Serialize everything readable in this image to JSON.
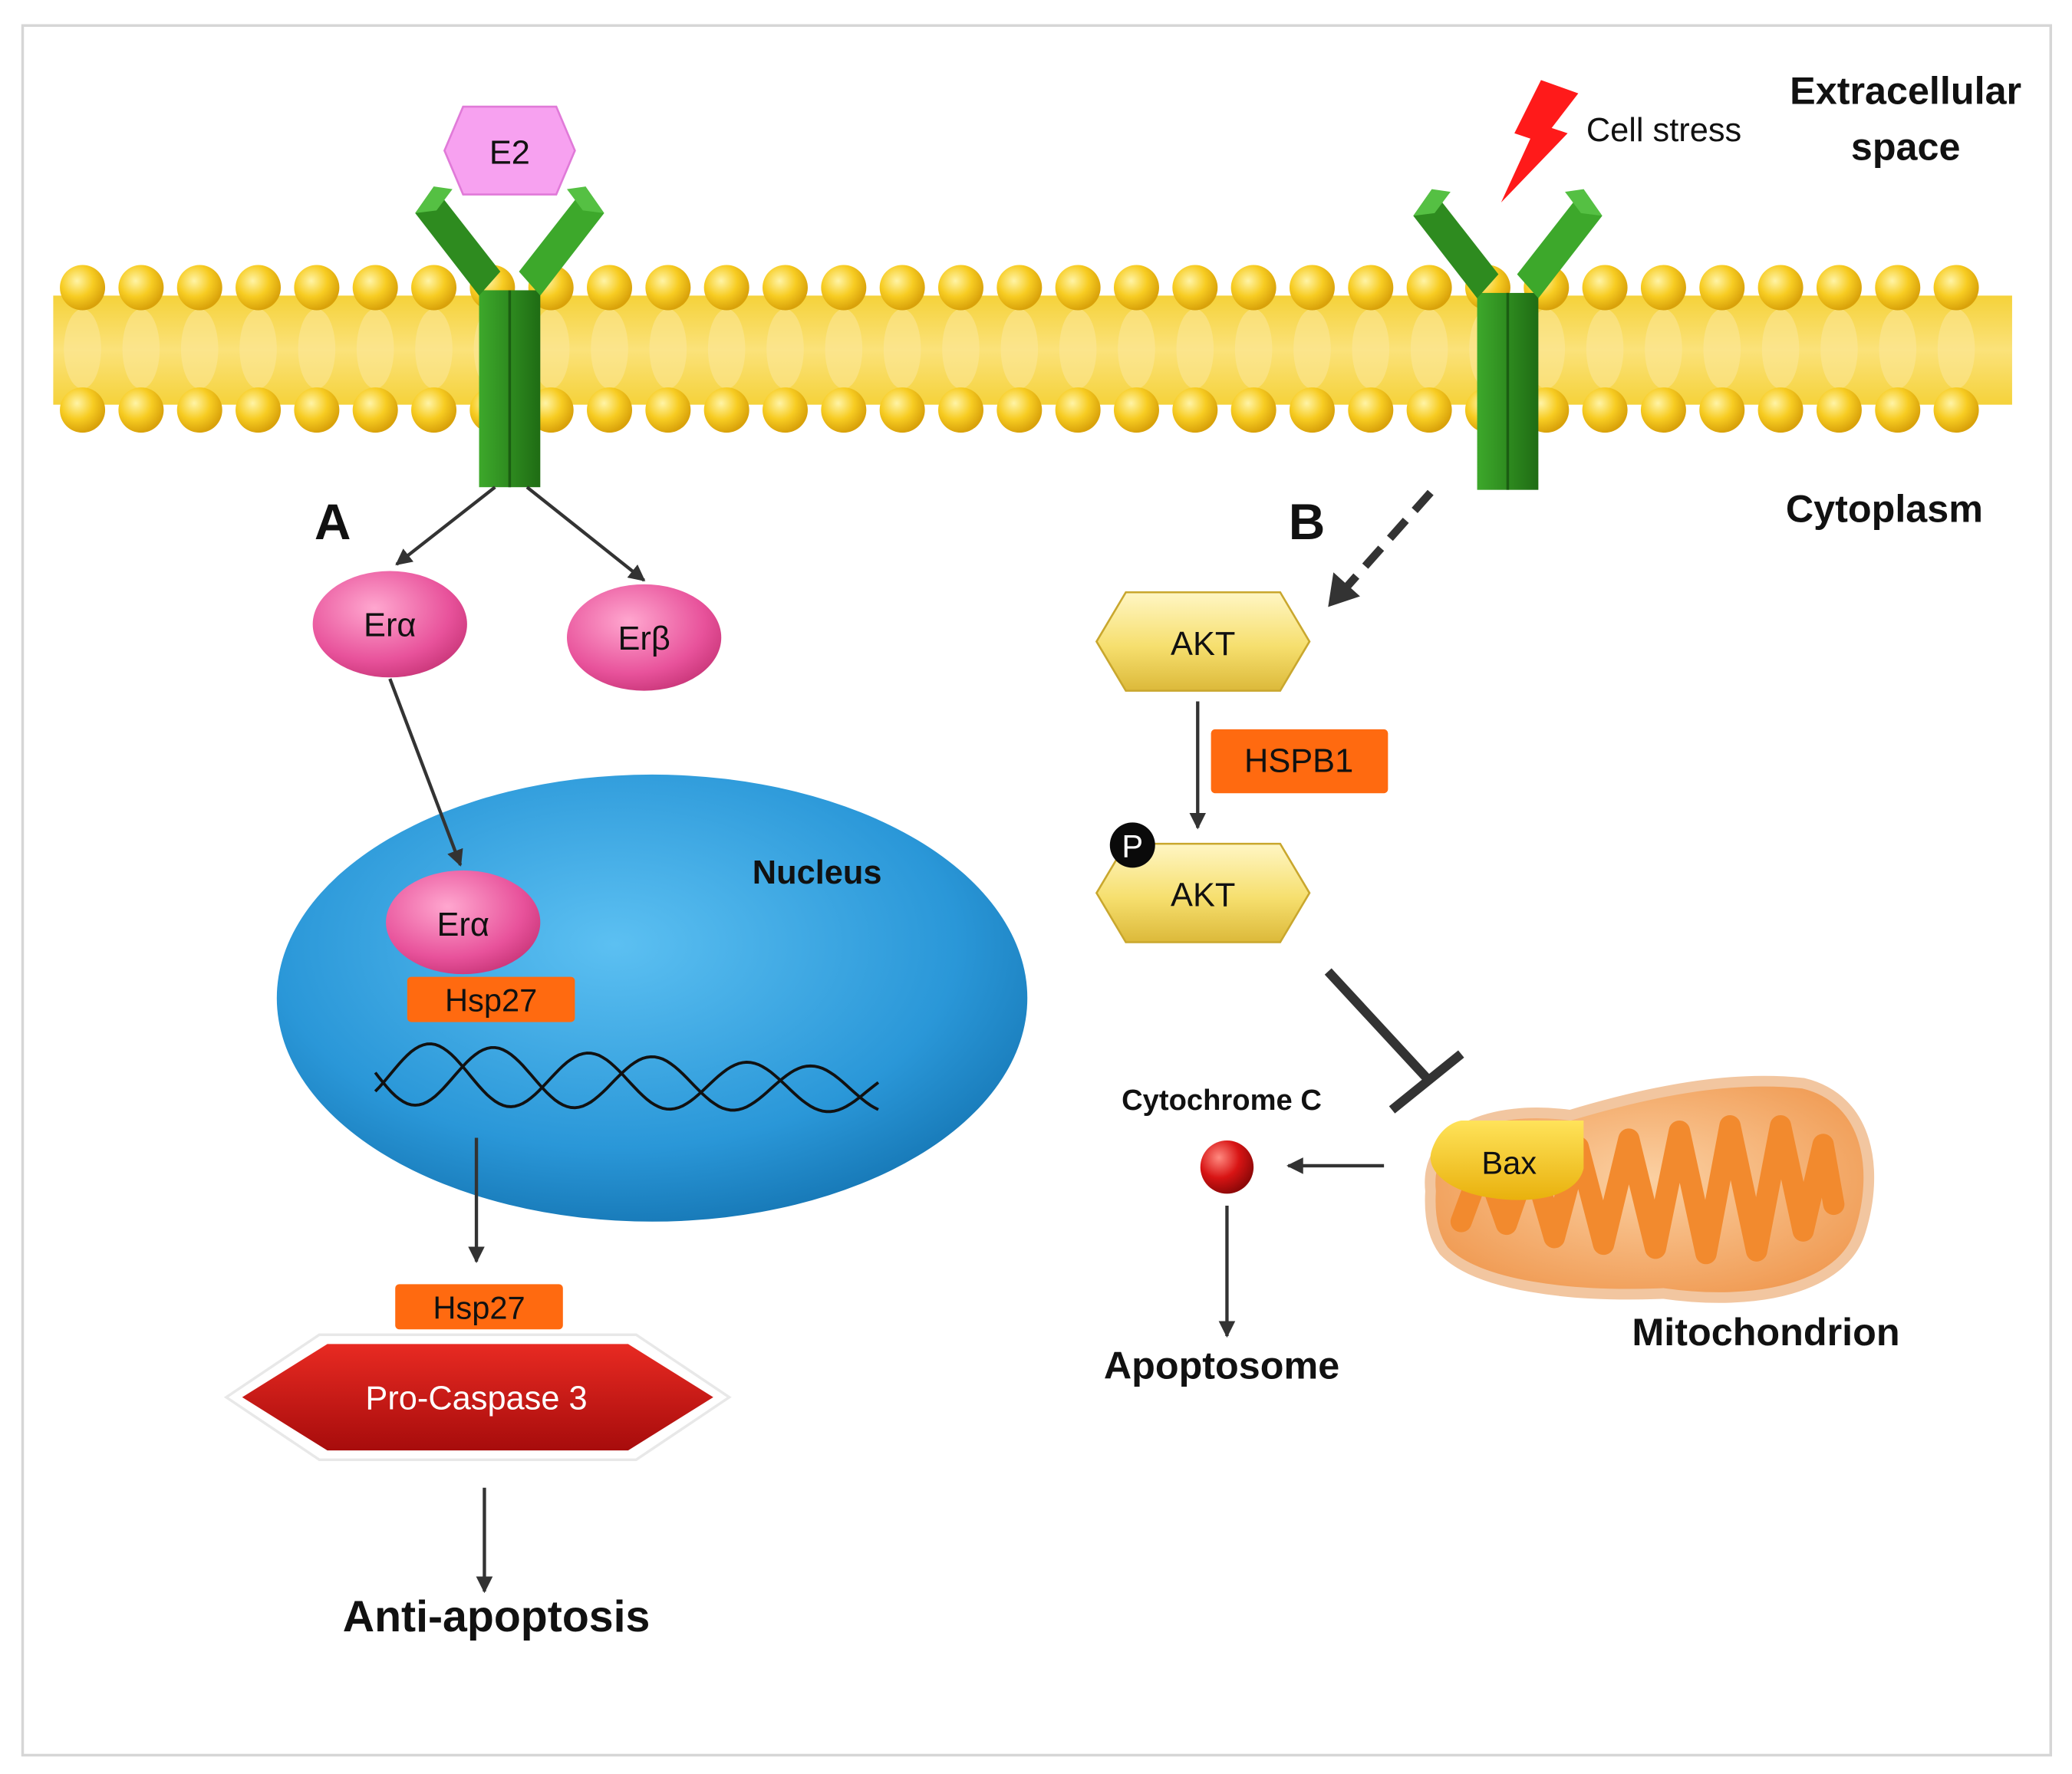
{
  "labels": {
    "e2": "E2",
    "cell_stress": "Cell stress",
    "extracellular_line1": "Extracellular",
    "extracellular_line2": "space",
    "cytoplasm": "Cytoplasm",
    "panel_a": "A",
    "panel_b": "B",
    "era_cytoplasm": "Erα",
    "erb": "Erβ",
    "nucleus": "Nucleus",
    "era_nucleus": "Erα",
    "hsp27_nucleus": "Hsp27",
    "hsp27_cytoplasm": "Hsp27",
    "pro_caspase": "Pro-Caspase 3",
    "anti_apoptosis": "Anti-apoptosis",
    "akt": "AKT",
    "hspb1": "HSPB1",
    "p_marker": "P",
    "akt_phospho": "AKT",
    "cytochrome_c": "Cytochrome C",
    "apoptosome": "Apoptosome",
    "bax": "Bax",
    "mitochondrion": "Mitochondrion"
  },
  "colors": {
    "membrane": "#f2c21a",
    "receptor": "#2e8b1f",
    "e2": "#f7a1f0",
    "estrogen_receptor": "#e8529b",
    "nucleus": "#2a97d8",
    "hsp": "#ff6a10",
    "caspase": "#c8100f",
    "akt": "#f6df6e",
    "cytochrome": "#d81414",
    "mitochondrion": "#f5a75e",
    "bax": "#f5c518",
    "stress": "#ff1a1a"
  },
  "icons": {
    "stress": "lightning-bolt-icon",
    "phosphate": "phosphate-icon"
  }
}
